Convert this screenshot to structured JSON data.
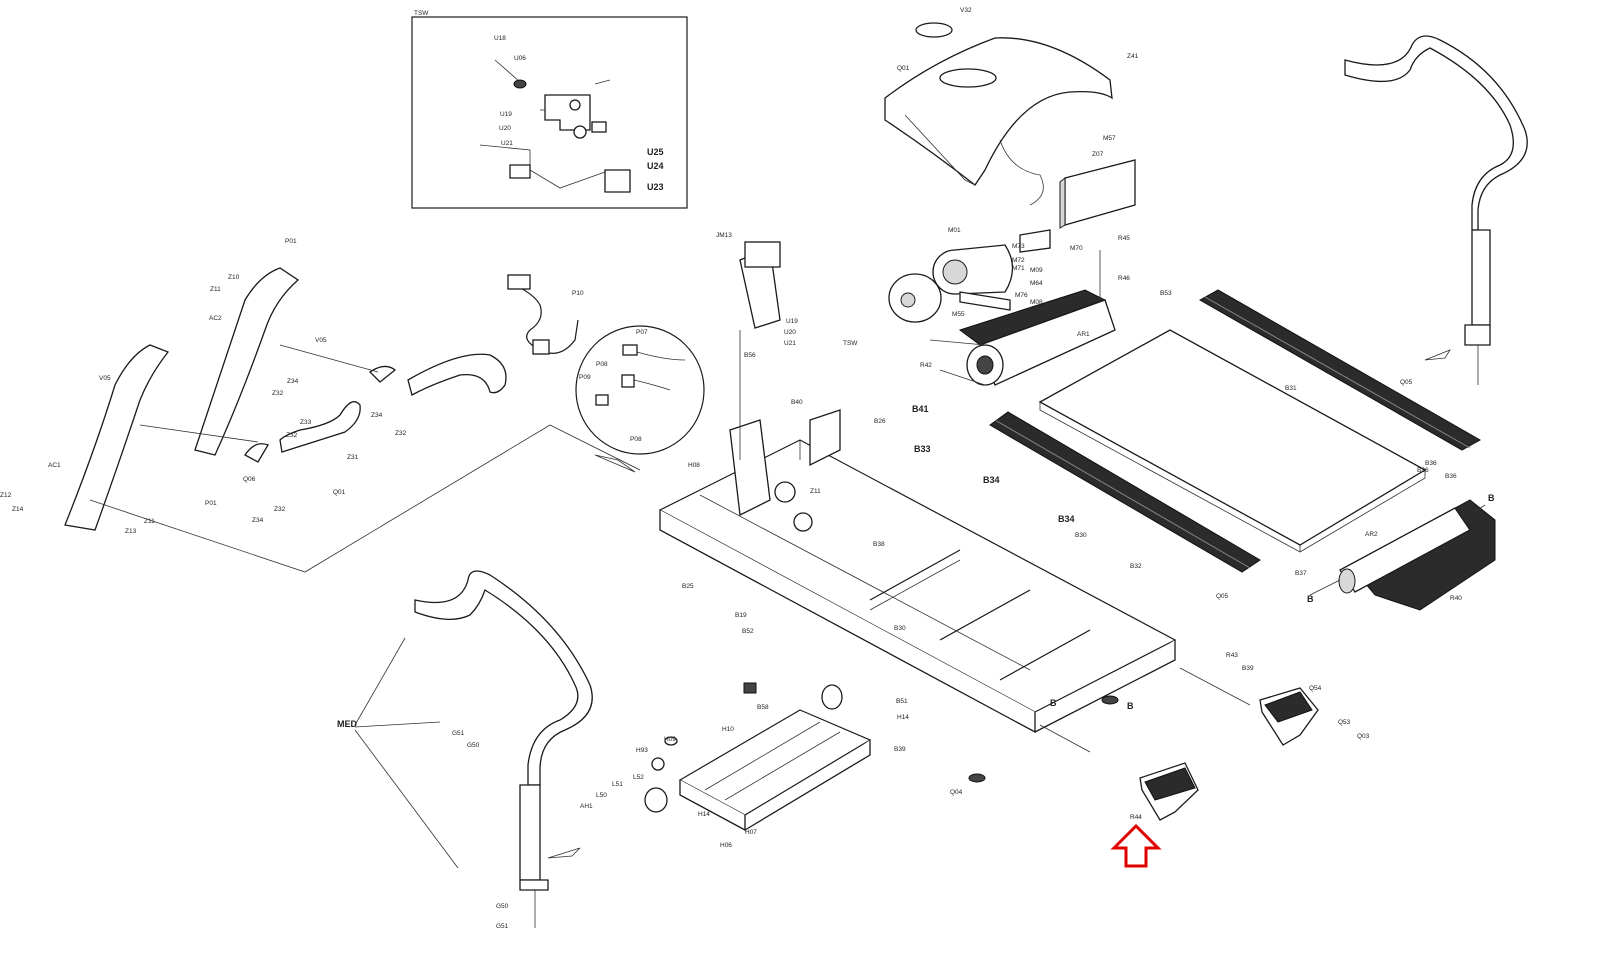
{
  "diagram": {
    "inset_title": "TSW",
    "arrow_color": "#e00000",
    "labels": [
      "V32",
      "Q01",
      "Z41",
      "M57",
      "Z07",
      "M01",
      "M72",
      "M70",
      "M73",
      "M71",
      "M09",
      "M64",
      "M76",
      "M08",
      "M55",
      "AR1",
      "R42",
      "R46",
      "R45",
      "B53",
      "B31",
      "Q05",
      "U18",
      "U06",
      "U19",
      "U20",
      "U21",
      "U25",
      "U24",
      "U23",
      "P01",
      "Z10",
      "Z11",
      "AC2",
      "V05",
      "V05",
      "Z34",
      "Z32",
      "Z33",
      "Z32",
      "Z31",
      "Z34",
      "Z32",
      "Q01",
      "Q06",
      "Z34",
      "Z32",
      "AC1",
      "Z12",
      "Z14",
      "Z11",
      "Z13",
      "P01",
      "P10",
      "P07",
      "P08",
      "P09",
      "P08",
      "JM13",
      "U19",
      "U20",
      "U21",
      "TSW",
      "B56",
      "B40",
      "B26",
      "B41",
      "B33",
      "H08",
      "Z11",
      "B34",
      "B34",
      "B30",
      "B38",
      "B36",
      "B25",
      "B32",
      "B19",
      "B52",
      "B30",
      "B37",
      "B36",
      "B36",
      "AR2",
      "R40",
      "Q05",
      "B",
      "B",
      "MED",
      "G51",
      "G50",
      "G50",
      "G51",
      "H09",
      "H93",
      "L52",
      "L51",
      "L50",
      "AH1",
      "H14",
      "H07",
      "H06",
      "H10",
      "B58",
      "B51",
      "H14",
      "B39",
      "Q04",
      "Q54",
      "Q53",
      "Q03",
      "R44",
      "R43",
      "B39",
      "B",
      "B"
    ]
  }
}
